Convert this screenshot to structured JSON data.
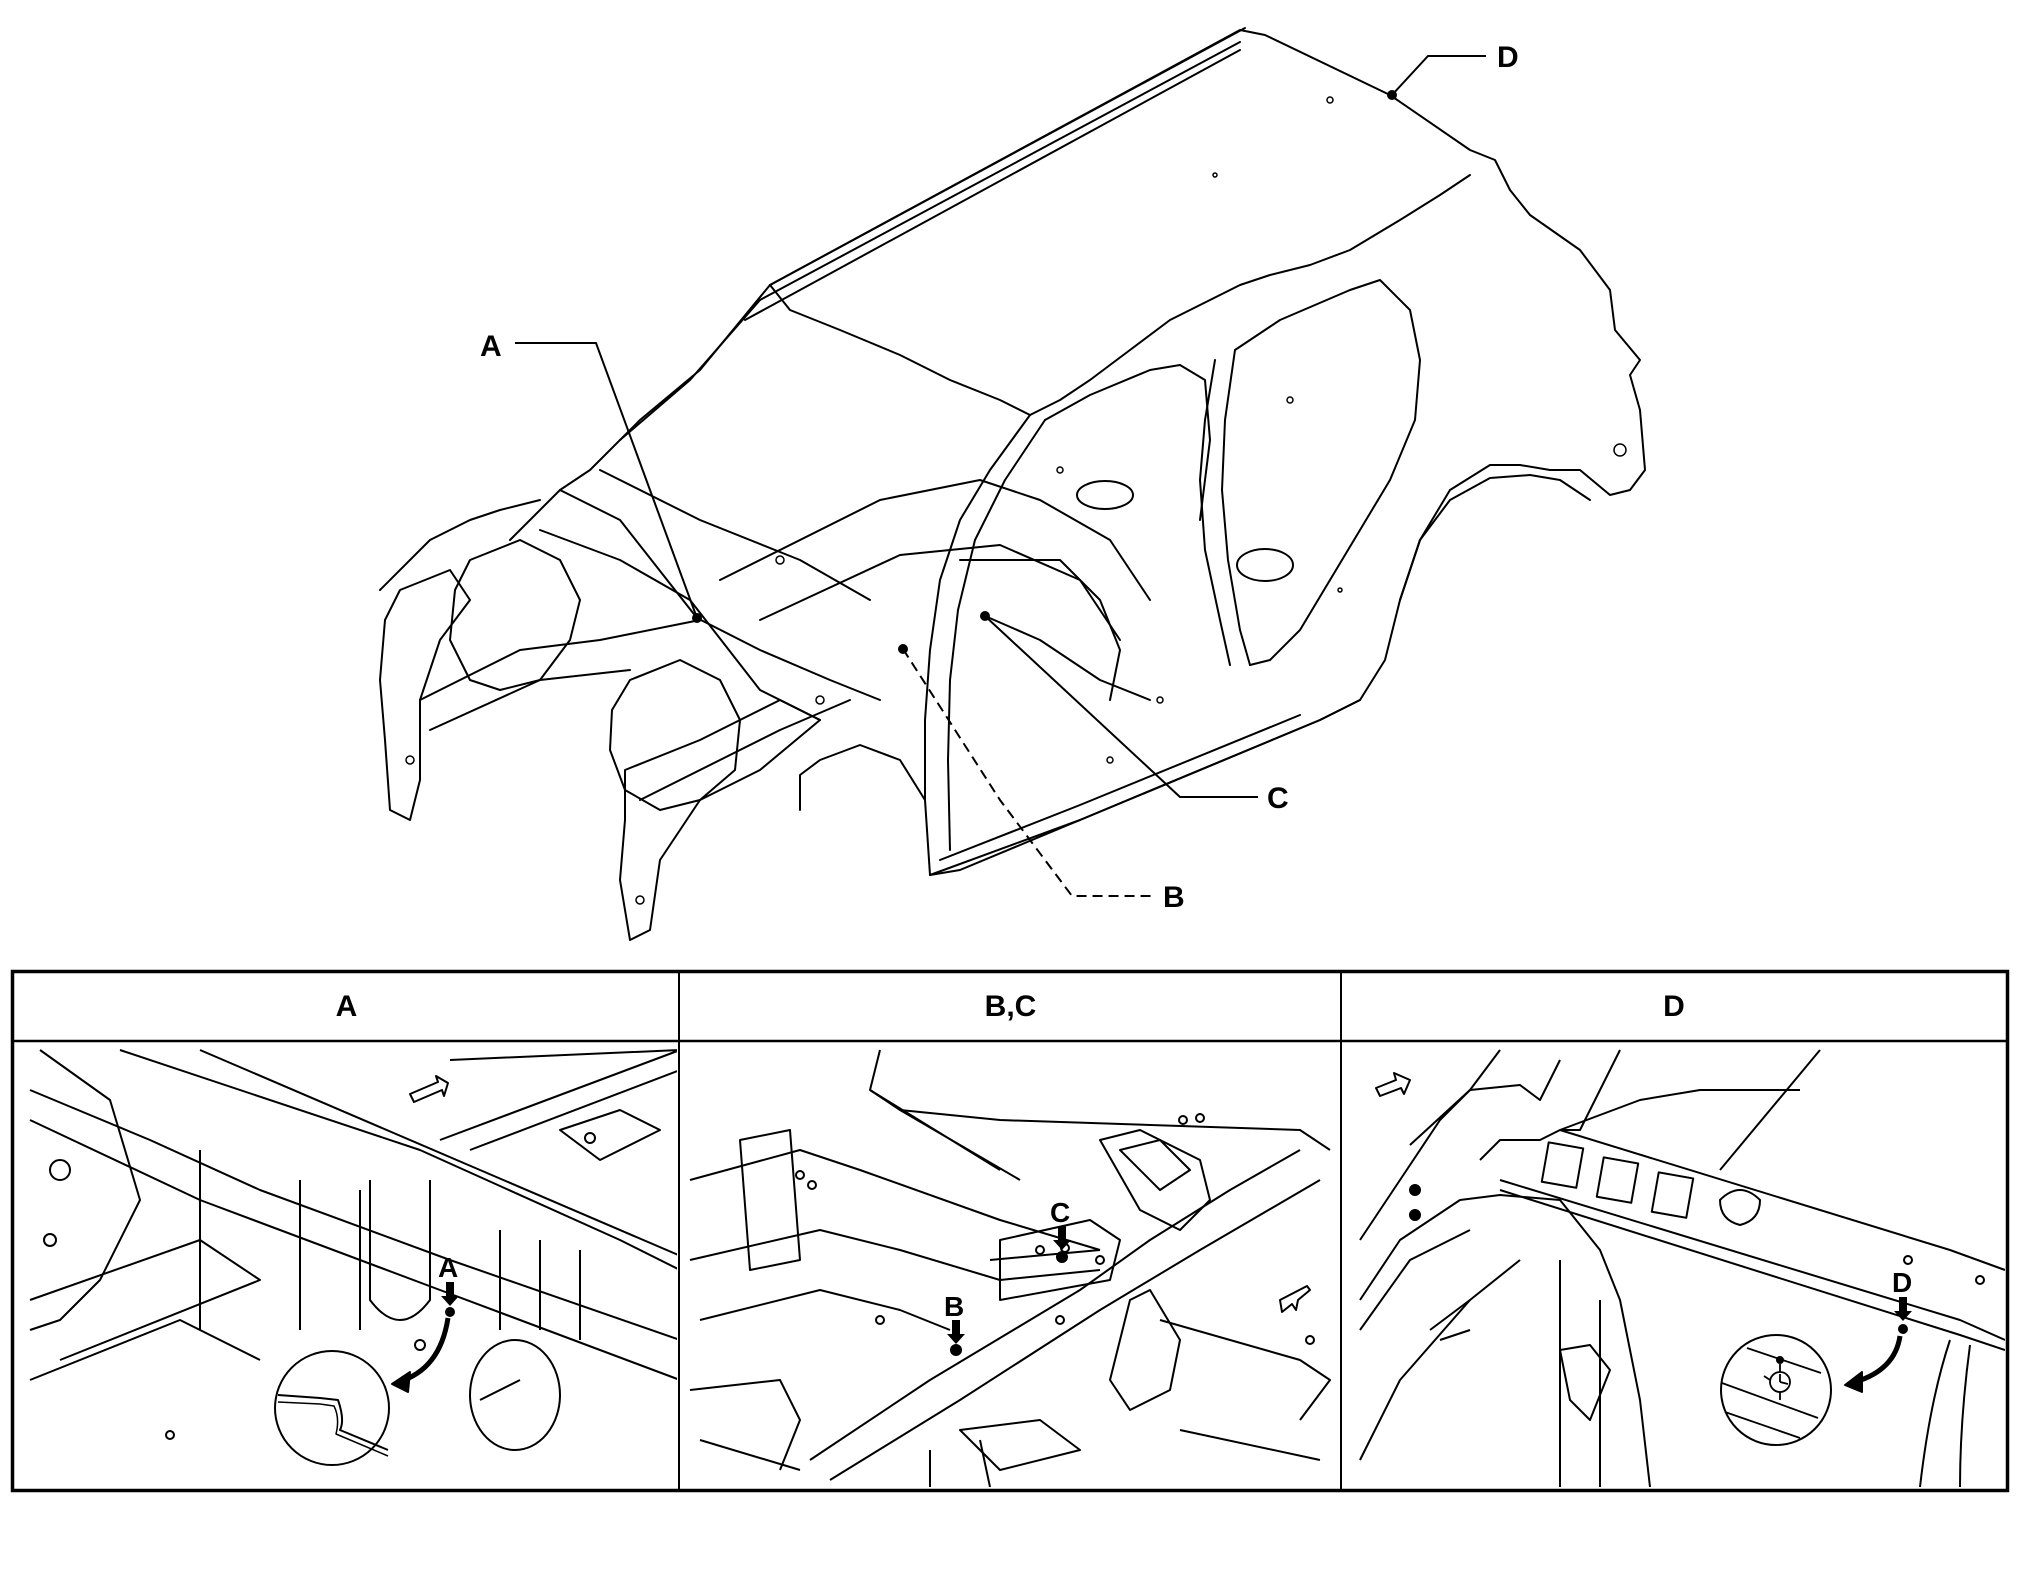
{
  "figure": {
    "type": "vehicle body structure illustration",
    "overview_callouts": [
      {
        "id": "A",
        "label": "A"
      },
      {
        "id": "B",
        "label": "B"
      },
      {
        "id": "C",
        "label": "C"
      },
      {
        "id": "D",
        "label": "D"
      }
    ]
  },
  "detail_table": {
    "columns": [
      {
        "header": "A",
        "markers": [
          "A"
        ],
        "icons": [
          "front-direction-arrow-icon",
          "magnified-detail-circle",
          "curved-pointer-arrow-icon"
        ]
      },
      {
        "header": "B,C",
        "markers": [
          "B",
          "C"
        ],
        "icons": [
          "front-direction-arrow-icon"
        ]
      },
      {
        "header": "D",
        "markers": [
          "D"
        ],
        "icons": [
          "front-direction-arrow-icon",
          "magnified-detail-circle",
          "curved-pointer-arrow-icon"
        ]
      }
    ]
  },
  "colors": {
    "ink": "#000000",
    "paper": "#ffffff"
  }
}
